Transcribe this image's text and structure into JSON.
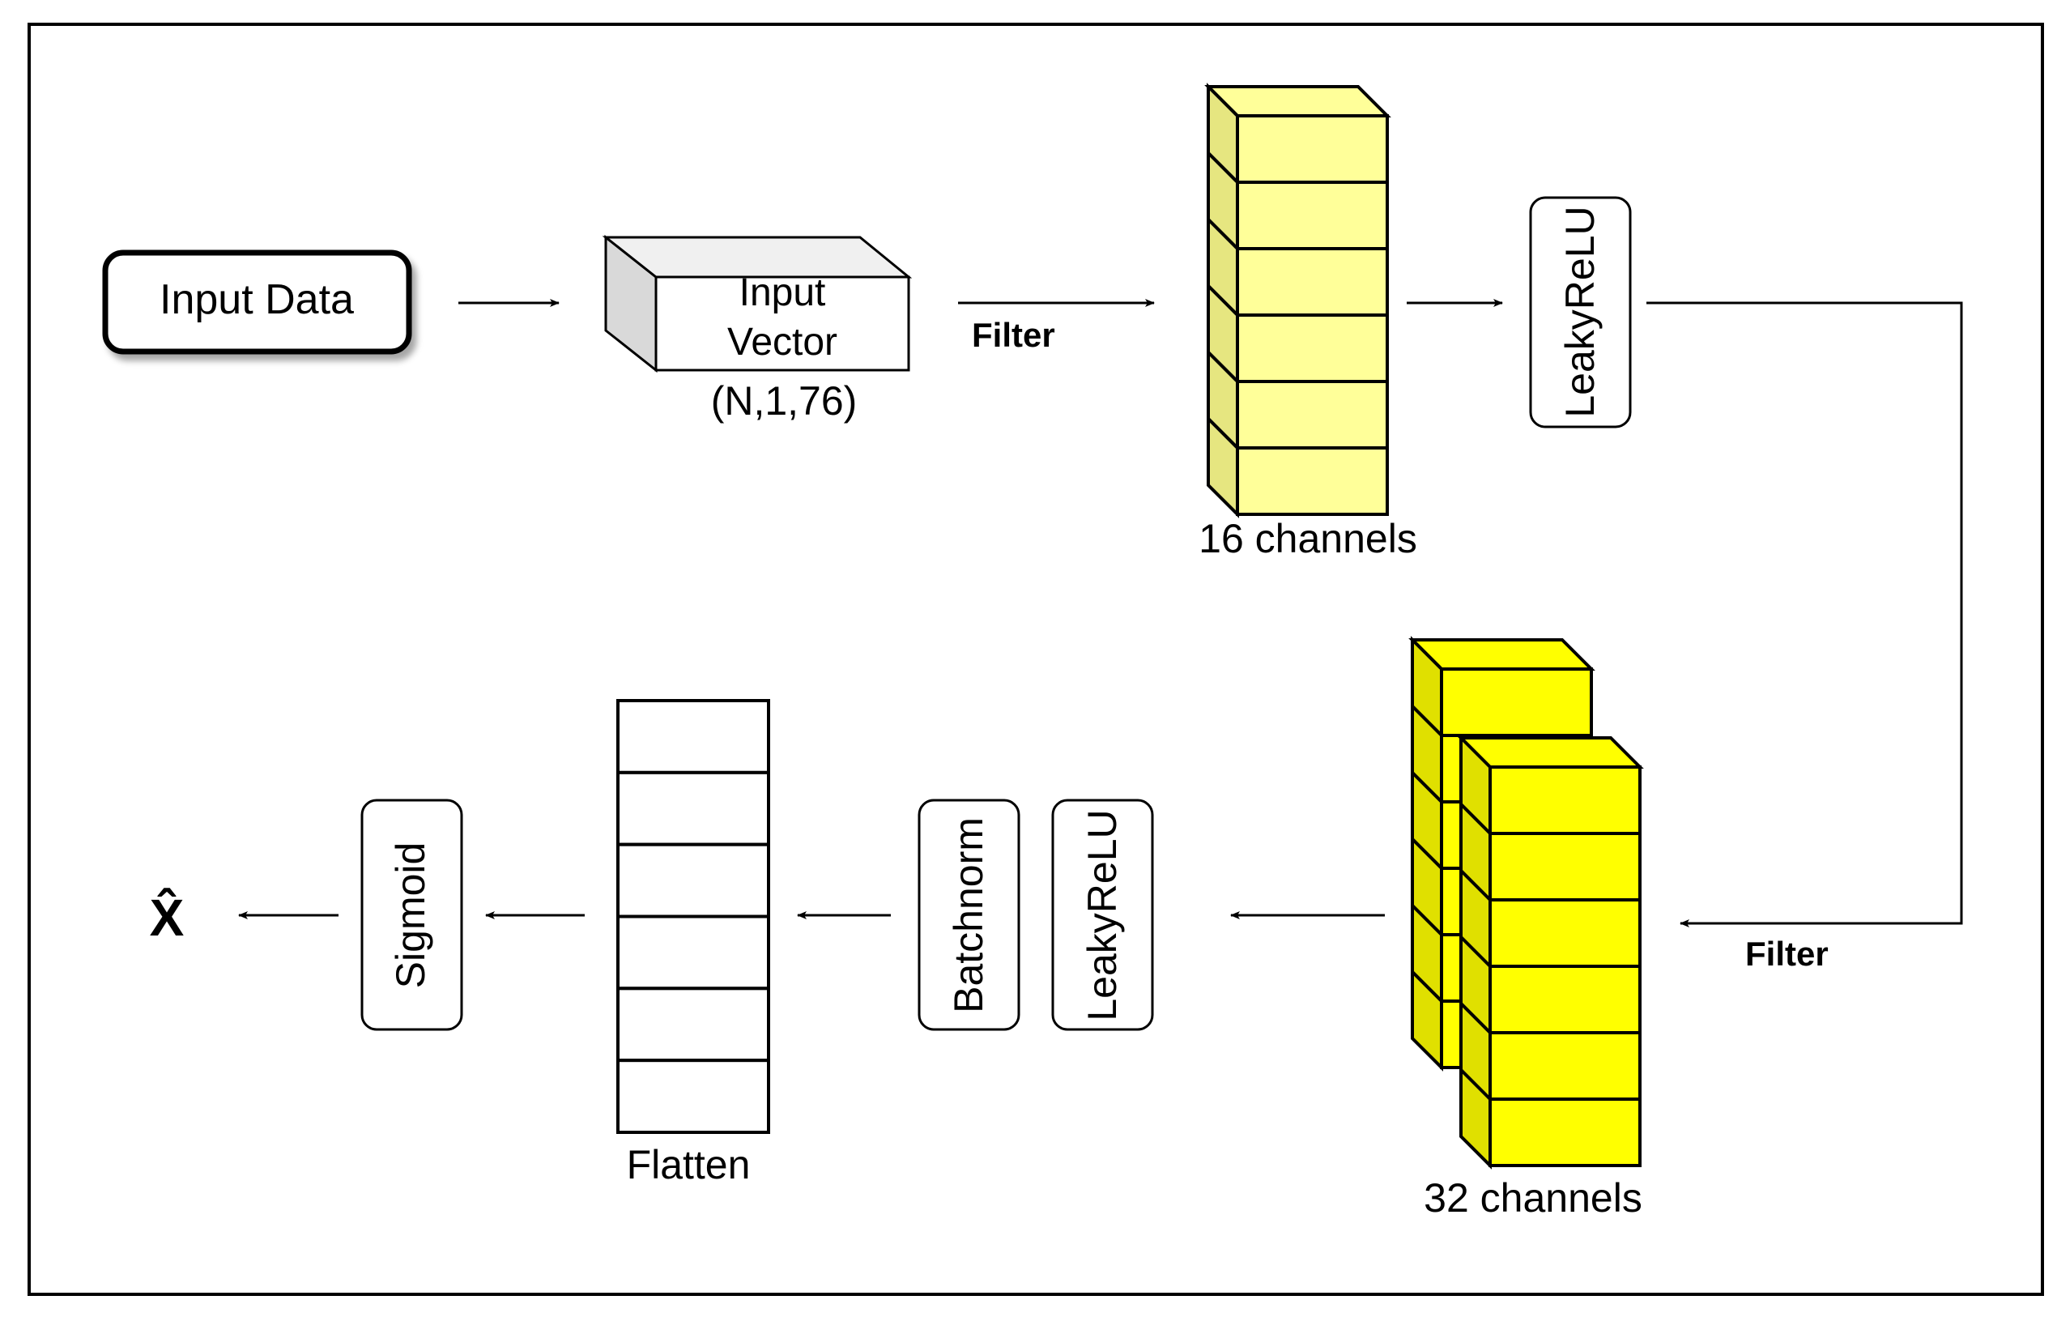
{
  "nodes": {
    "input_data": {
      "label": "Input Data"
    },
    "input_vector": {
      "label_line1": "Input",
      "label_line2": "Vector",
      "shape": "(N,1,76)"
    },
    "conv1": {
      "caption": "16 channels",
      "rows": 6
    },
    "leakyrelu1": {
      "label": "LeakyReLU"
    },
    "conv2": {
      "caption": "32 channels",
      "rows": 6
    },
    "leakyrelu2": {
      "label": "LeakyReLU"
    },
    "batchnorm": {
      "label": "Batchnorm"
    },
    "flatten": {
      "caption": "Flatten",
      "rows": 6
    },
    "sigmoid": {
      "label": "Sigmoid"
    },
    "output": {
      "label": "X̂"
    }
  },
  "edges": {
    "filter_top": {
      "label": "Filter"
    },
    "filter_right": {
      "label": "Filter"
    }
  },
  "colors": {
    "layer_fill_light": "#ffff99",
    "layer_side_light": "#e6e680",
    "layer_fill_bright": "#ffff00",
    "layer_side_bright": "#e0e000",
    "box_fill": "#ffffff",
    "vector_side": "#d9d9d9",
    "stroke": "#000000"
  }
}
